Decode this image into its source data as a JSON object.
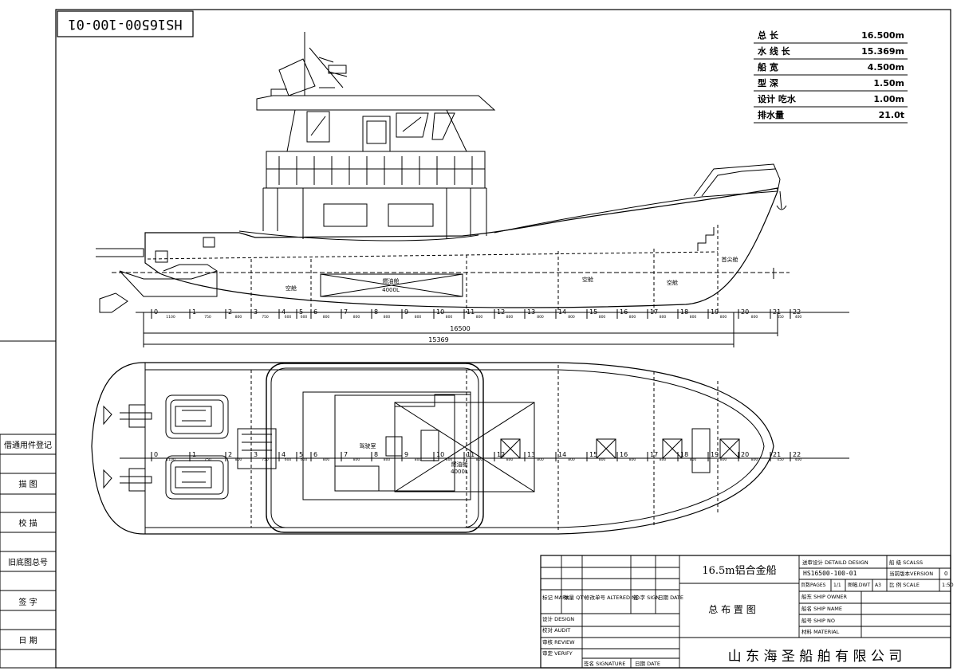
{
  "drawing_number_rotated": "HS16500-100-01",
  "particulars": [
    {
      "label": "总 长",
      "value": "16.500m"
    },
    {
      "label": "水 线 长",
      "value": "15.369m"
    },
    {
      "label": "船 宽",
      "value": "4.500m"
    },
    {
      "label": "型 深",
      "value": "1.50m"
    },
    {
      "label": "设计 吃水",
      "value": "1.00m"
    },
    {
      "label": "排水量",
      "value": "21.0t"
    }
  ],
  "left_column": [
    "借通用件登记",
    "描 图",
    "校 描",
    "旧底图总号",
    "签 字",
    "日 期"
  ],
  "profile_labels": {
    "tank": "燃油舱",
    "tank_capacity": "4000L",
    "void1": "空舱",
    "void2": "空舱",
    "void3": "空舱",
    "forepeak": "首尖舱"
  },
  "plan_labels": {
    "wheelhouse": "驾驶室",
    "tank": "燃油舱",
    "tank_capacity": "4000L"
  },
  "frame_numbers": [
    "0",
    "1",
    "2",
    "3",
    "4",
    "5",
    "6",
    "7",
    "8",
    "9",
    "10",
    "11",
    "12",
    "13",
    "14",
    "15",
    "16",
    "17",
    "18",
    "19",
    "20",
    "21",
    "22"
  ],
  "frame_spacings": [
    "1100",
    "750",
    "800",
    "750",
    "600",
    "600",
    "800",
    "800",
    "800",
    "800",
    "800",
    "800",
    "800",
    "800",
    "800",
    "800",
    "800",
    "800",
    "800",
    "800",
    "800",
    "450",
    "400"
  ],
  "overall_dim": "16500",
  "waterline_dim": "15369",
  "title_block": {
    "ship_name": "16.5m铝合金船",
    "drawing_title": "总 布 置 图",
    "company": "山 东 海 圣 船 舶 有 限 公 司",
    "stage": "送审设计 DETAILD DESIGN",
    "class_label": "船 级 SCALSS",
    "drawing_no": "HS16500-100-01",
    "version_label": "当前版本VERSION",
    "version_value": "0",
    "pages_label": "页数PAGES",
    "pages_value": "1/1",
    "file_value": "图幅.DWT",
    "format_value": "A3",
    "scale_label": "比 例 SCALE",
    "scale_value": "1:50",
    "owner": "船东 SHIP OWNER",
    "ship_name_label": "船名 SHIP NAME",
    "ship_no": "船号 SHIP NO",
    "material": "材料 MATERIAL",
    "mark": "标记 MARK",
    "qty": "数量 QTY",
    "altered": "修改单号 ALTERED NO.",
    "sign": "签 字 SIGN",
    "date": "日期 DATE",
    "design": "设计 DESIGN",
    "audit": "校对 AUDIT",
    "review": "审核 REVIEW",
    "verify": "审定 VERIFY",
    "signature": "签名 SIGNATURE",
    "date2": "日期 DATE"
  }
}
